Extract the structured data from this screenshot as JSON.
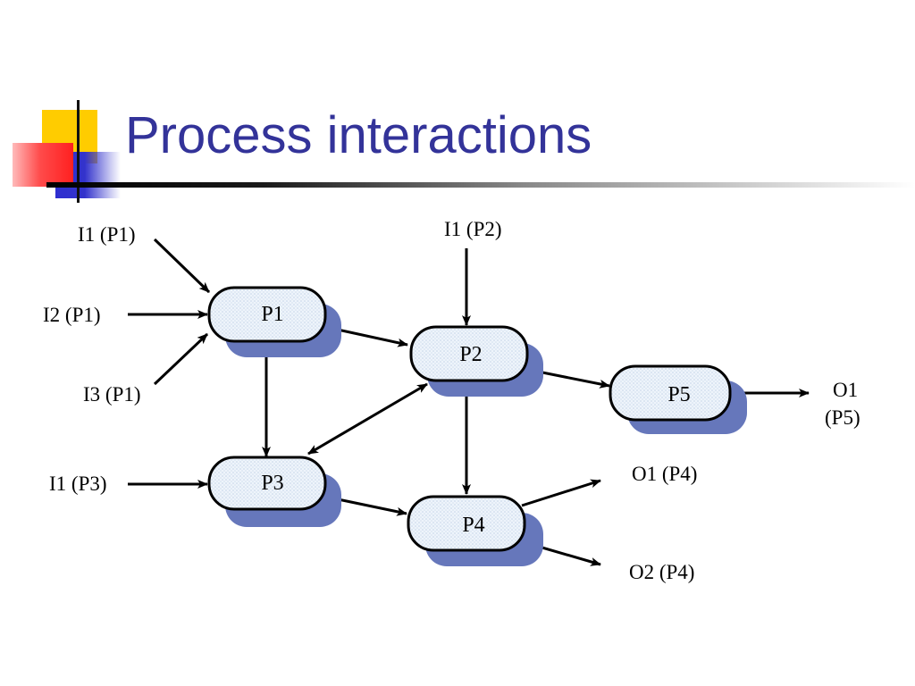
{
  "slide": {
    "title": "Process interactions"
  },
  "diagram": {
    "processes": [
      {
        "id": "P1",
        "label": "P1"
      },
      {
        "id": "P2",
        "label": "P2"
      },
      {
        "id": "P3",
        "label": "P3"
      },
      {
        "id": "P4",
        "label": "P4"
      },
      {
        "id": "P5",
        "label": "P5"
      }
    ],
    "inputs": [
      {
        "id": "i1p1",
        "label": "I1 (P1)"
      },
      {
        "id": "i2p1",
        "label": "I2 (P1)"
      },
      {
        "id": "i3p1",
        "label": "I3 (P1)"
      },
      {
        "id": "i1p2",
        "label": "I1 (P2)"
      },
      {
        "id": "i1p3",
        "label": "I1 (P3)"
      }
    ],
    "outputs": [
      {
        "id": "o1p4",
        "label": "O1 (P4)"
      },
      {
        "id": "o2p4",
        "label": "O2 (P4)"
      },
      {
        "id": "o1p5_line1",
        "label": "O1"
      },
      {
        "id": "o1p5_line2",
        "label": "(P5)"
      }
    ],
    "colors": {
      "title": "#333399",
      "shadow": "#6677bb",
      "node_fill": "#e4eef8",
      "stroke": "#000000"
    }
  }
}
